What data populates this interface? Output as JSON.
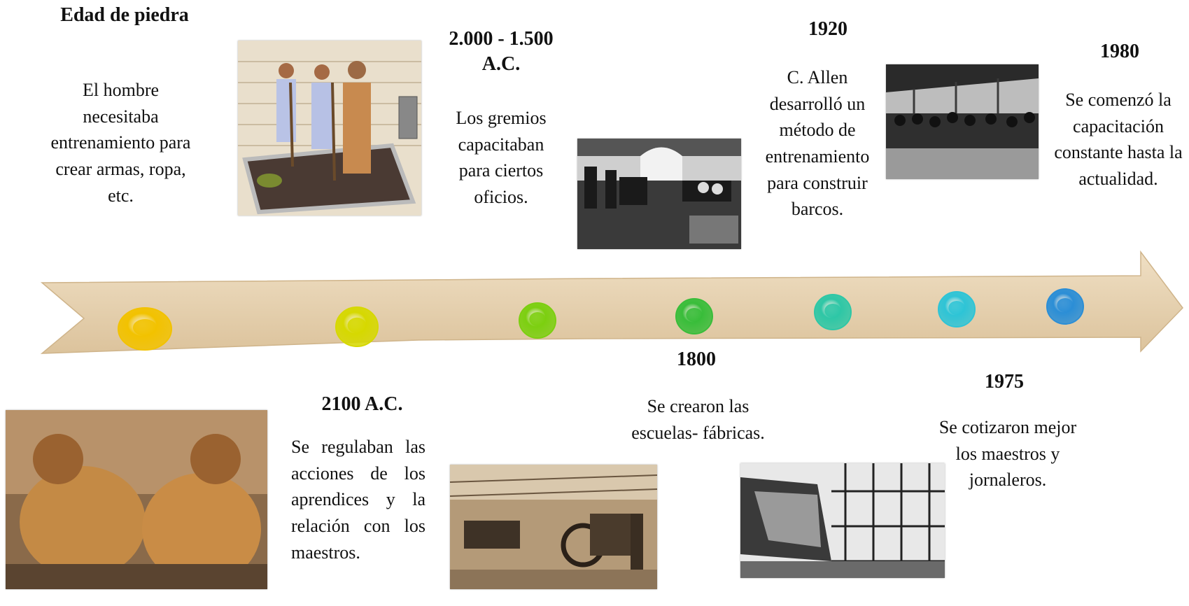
{
  "events": [
    {
      "id": "stone-age",
      "title": "Edad de piedra",
      "description": "El hombre necesitaba entrenamiento para crear armas, ropa, etc.",
      "dot_color": "#f2c200",
      "image": "cavemen-photo"
    },
    {
      "id": "2100bc",
      "title": "2100 A.C.",
      "description": "Se regulaban las acciones de los aprendices y la relación con los maestros.",
      "dot_color": "#d6d800",
      "image": "apprentices-illustration"
    },
    {
      "id": "2000bc",
      "title": "2.000 - 1.500 A.C.",
      "description": "Los gremios capacitaban para ciertos oficios.",
      "dot_color": "#7ccf10",
      "image": "motorcycle-workshop-photo"
    },
    {
      "id": "1800",
      "title": "1800",
      "description": "Se crearon las escuelas- fábricas.",
      "dot_color": "#39bd3a",
      "image": "factory-school-photo"
    },
    {
      "id": "1920",
      "title": "1920",
      "description": "C. Allen desarrolló un método de entrenamiento para construir barcos.",
      "dot_color": "#2ec7a6",
      "image": "shipyard-photo"
    },
    {
      "id": "1975",
      "title": "1975",
      "description": "Se cotizaron mejor los maestros y jornaleros.",
      "dot_color": "#2ec4d6",
      "image": "workers-crowd-photo"
    },
    {
      "id": "1980",
      "title": "1980",
      "description": "Se comenzó la capacitación constante hasta la actualidad.",
      "dot_color": "#2b8ed6",
      "image": null
    }
  ],
  "arrow_color": "#e4cfae"
}
